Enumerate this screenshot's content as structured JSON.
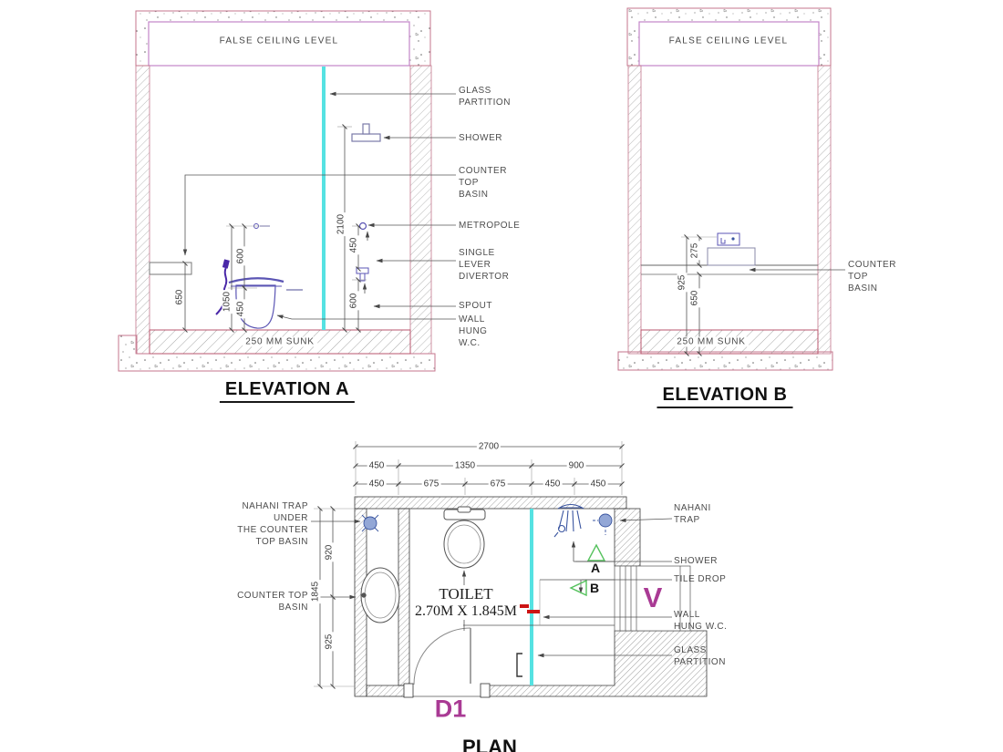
{
  "colors": {
    "wall_border": "#c4768c",
    "ceiling_border": "#c386c9",
    "glass_partition": "#55e2e2",
    "fixture_purple": "#5b55b4",
    "fixture_blue": "#3a55a0",
    "marker_green": "#55c25d",
    "accent_magenta": "#a93a94",
    "tile_drop_red": "#cc1414"
  },
  "elevation_a": {
    "title": "ELEVATION A",
    "ceiling_label": "FALSE CEILING LEVEL",
    "floor_label": "250 MM SUNK",
    "callouts": {
      "glass_partition": "GLASS\nPARTITION",
      "shower": "SHOWER",
      "counter_top_basin": "COUNTER\nTOP\nBASIN",
      "metropole": "METROPOLE",
      "single_lever_divertor": "SINGLE\nLEVER\nDIVERTOR",
      "spout": "SPOUT",
      "wall_hung_wc": "WALL\nHUNG\nW.C."
    },
    "dims": {
      "counter_height": "650",
      "flush_height": "1050",
      "wc_upper": "600",
      "wc_seat": "450",
      "shower_height": "2100",
      "divertor_to_metropole": "450",
      "spout_height": "600"
    }
  },
  "elevation_b": {
    "title": "ELEVATION B",
    "ceiling_label": "FALSE CEILING LEVEL",
    "floor_label": "250 MM SUNK",
    "callouts": {
      "counter_top_basin": "COUNTER\nTOP\nBASIN"
    },
    "dims": {
      "mirror_height": "275",
      "counter_total": "925",
      "basin_height": "650"
    }
  },
  "plan": {
    "title": "PLAN",
    "room_name": "TOILET",
    "room_size": "2.70M X 1.845M",
    "door_tag": "D1",
    "view_tag": "V",
    "elevation_marker_a": "A",
    "elevation_marker_b": "B",
    "callouts_left": {
      "nahani_trap": "NAHANI TRAP\nUNDER\nTHE COUNTER\nTOP BASIN",
      "counter_top_basin": "COUNTER TOP\nBASIN"
    },
    "callouts_right": {
      "nahani_trap": "NAHANI\nTRAP",
      "shower": "SHOWER",
      "tile_drop": "TILE DROP",
      "wall_hung_wc": "WALL\nHUNG W.C.",
      "glass_partition": "GLASS\nPARTITION"
    },
    "dims_top": {
      "overall": "2700",
      "row2": [
        "450",
        "1350",
        "900"
      ],
      "row3": [
        "450",
        "675",
        "675",
        "450",
        "450"
      ]
    },
    "dims_left": {
      "upper": "920",
      "overall": "1845",
      "lower": "925"
    }
  }
}
